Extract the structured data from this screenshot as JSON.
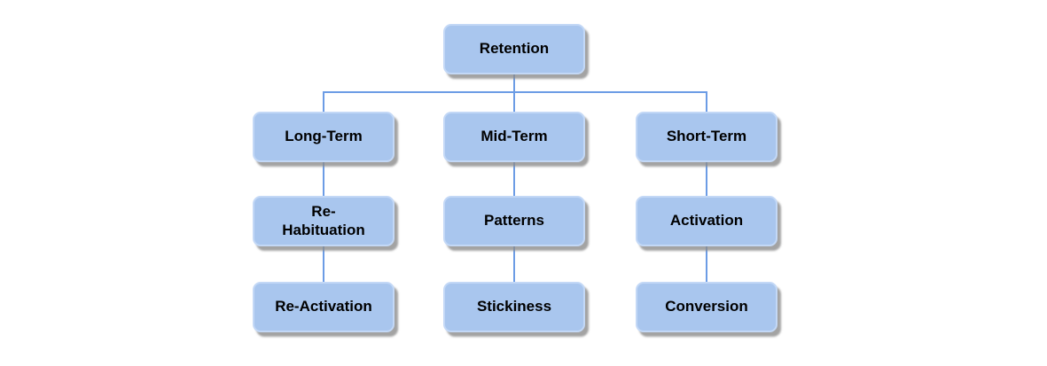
{
  "diagram": {
    "type": "org-chart",
    "tree": {
      "root": {
        "label": "Retention",
        "children": [
          {
            "label": "Long-Term",
            "children": [
              {
                "label": "Re-\nHabituation",
                "children": [
                  {
                    "label": "Re-Activation"
                  }
                ]
              }
            ]
          },
          {
            "label": "Mid-Term",
            "children": [
              {
                "label": "Patterns",
                "children": [
                  {
                    "label": "Stickiness"
                  }
                ]
              }
            ]
          },
          {
            "label": "Short-Term",
            "children": [
              {
                "label": "Activation",
                "children": [
                  {
                    "label": "Conversion"
                  }
                ]
              }
            ]
          }
        ]
      }
    }
  },
  "colors": {
    "node_fill": "#a9c6ee",
    "node_border": "#c3d8f6",
    "connector": "#6c9ce5",
    "node_text": "#000000",
    "canvas": "#ffffff"
  }
}
